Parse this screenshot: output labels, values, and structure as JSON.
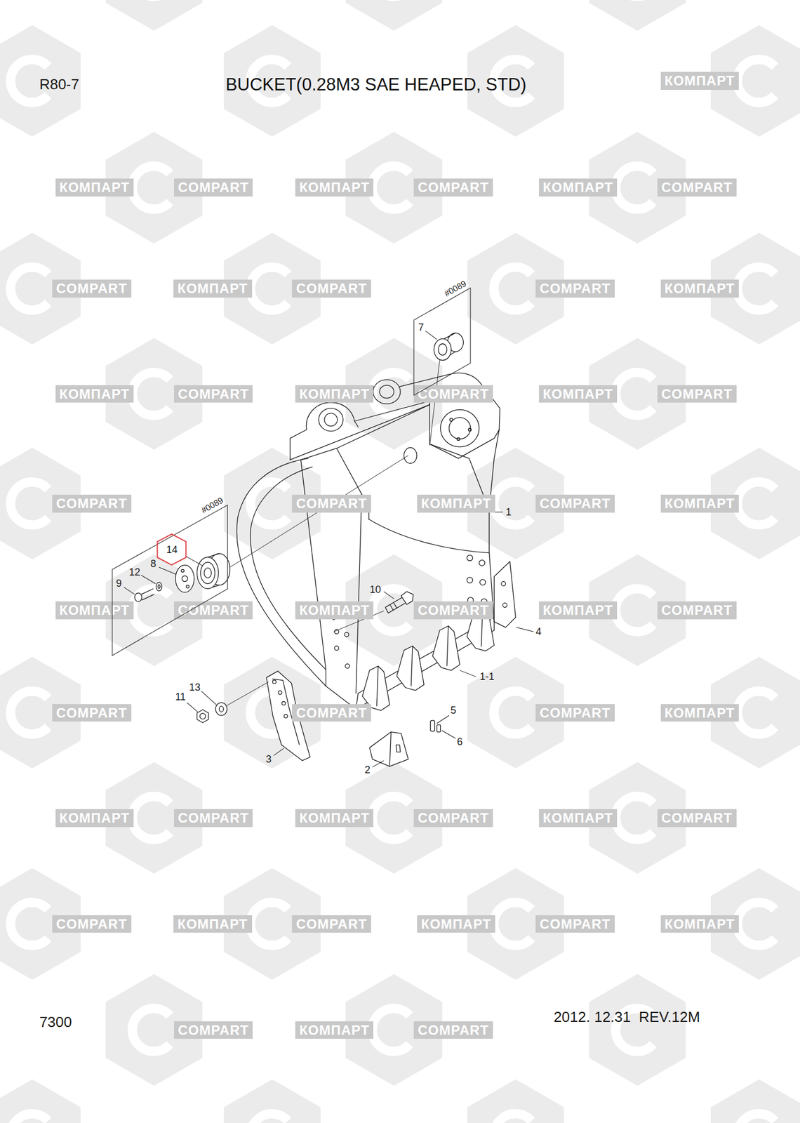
{
  "diagram": {
    "title": "BUCKET(0.28M3 SAE HEAPED, STD)",
    "nodes": [
      {
        "text": [
          "#0089",
          "7"
        ]
      },
      {
        "text": [
          "#0089",
          "8",
          "12",
          "9"
        ]
      },
      {
        "text": [
          "14"
        ],
        "in": 1
      }
    ],
    "labels": [
      "R80-7",
      "1",
      "10",
      "4",
      "1-1",
      "11",
      "13",
      "5",
      "3",
      "6",
      "2",
      "7300",
      "2012. 12.31  REV.12M",
      "КОМПАРТ",
      "КОМПАРТ",
      "COMPART",
      "КОМПАРТ",
      "COMPART",
      "КОМПАРТ",
      "COMPART",
      "COMPART",
      "КОМПАРТ",
      "COMPART",
      "COMPART",
      "КОМПАРТ",
      "КОМПАРТ",
      "COMPART",
      "КОМПАРТ",
      "COMPART",
      "КОМПАРТ",
      "COMPART",
      "COMPART",
      "COMPART",
      "КОМПАРТ",
      "COMPART",
      "КОМПАРТ",
      "КОМПАРТ",
      "COMPART",
      "КОМПАРТ",
      "COMPART",
      "КОМПАРТ",
      "COMPART",
      "COMPART",
      "COMPART",
      "COMPART",
      "КОМПАРТ",
      "КОМПАРТ",
      "COMPART",
      "КОМПАРТ",
      "COMPART",
      "КОМПАРТ",
      "COMPART",
      "COMPART",
      "КОМПАРТ",
      "COMPART",
      "КОМПАРТ",
      "COMPART",
      "КОМПАРТ",
      "COMPART",
      "КОМПАРТ",
      "COMPART"
    ]
  }
}
